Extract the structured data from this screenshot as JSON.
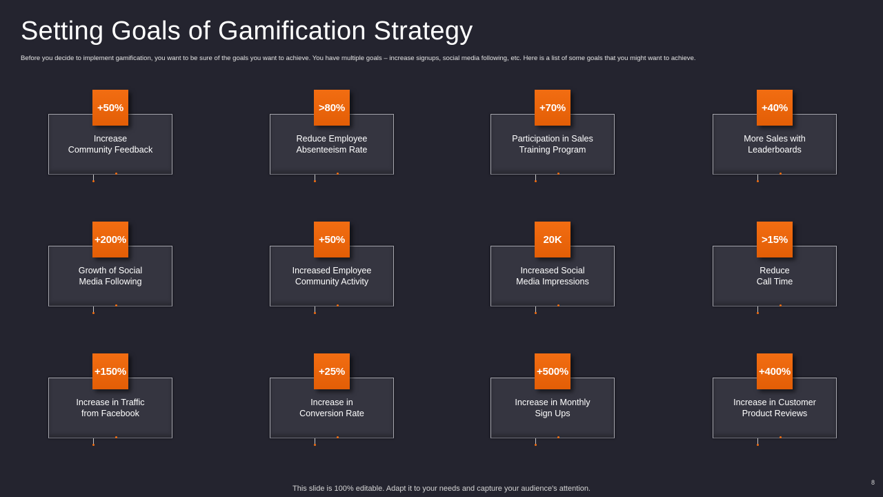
{
  "slide": {
    "title": "Setting Goals of Gamification Strategy",
    "subtitle": "Before you decide to implement  gamification, you want to be sure of the goals you want to achieve. You have multiple  goals – increase signups, social media  following, etc. Here is a list of some goals that you might  want to achieve.",
    "footer": "This slide is 100% editable. Adapt it to your needs and capture your audience's attention.",
    "page_number": "8"
  },
  "colors": {
    "background": "#24242f",
    "card": "#353540",
    "accent": "#f26d12"
  },
  "goals": [
    {
      "value": "+50%",
      "label": "Increase\nCommunity Feedback"
    },
    {
      "value": ">80%",
      "label": "Reduce Employee\nAbsenteeism Rate"
    },
    {
      "value": "+70%",
      "label": "Participation in Sales\nTraining  Program"
    },
    {
      "value": "+40%",
      "label": "More Sales with\nLeaderboards"
    },
    {
      "value": "+200%",
      "label": "Growth of Social\nMedia Following"
    },
    {
      "value": "+50%",
      "label": "Increased Employee\nCommunity Activity"
    },
    {
      "value": "20K",
      "label": "Increased Social\nMedia Impressions"
    },
    {
      "value": ">15%",
      "label": "Reduce\nCall Time"
    },
    {
      "value": "+150%",
      "label": "Increase in Traffic\nfrom Facebook"
    },
    {
      "value": "+25%",
      "label": "Increase in\nConversion  Rate"
    },
    {
      "value": "+500%",
      "label": "Increase in Monthly\nSign Ups"
    },
    {
      "value": "+400%",
      "label": "Increase in Customer\nProduct Reviews"
    }
  ]
}
